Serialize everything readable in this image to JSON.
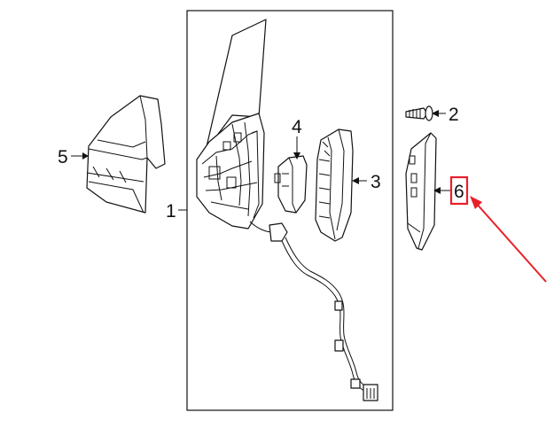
{
  "callouts": {
    "c1": "1",
    "c2": "2",
    "c3": "3",
    "c4": "4",
    "c5": "5",
    "c6": "6"
  },
  "highlight": {
    "target_label": "6",
    "color": "#e8202a"
  },
  "colors": {
    "line": "#111111",
    "background": "#ffffff",
    "highlight": "#e8202a"
  }
}
